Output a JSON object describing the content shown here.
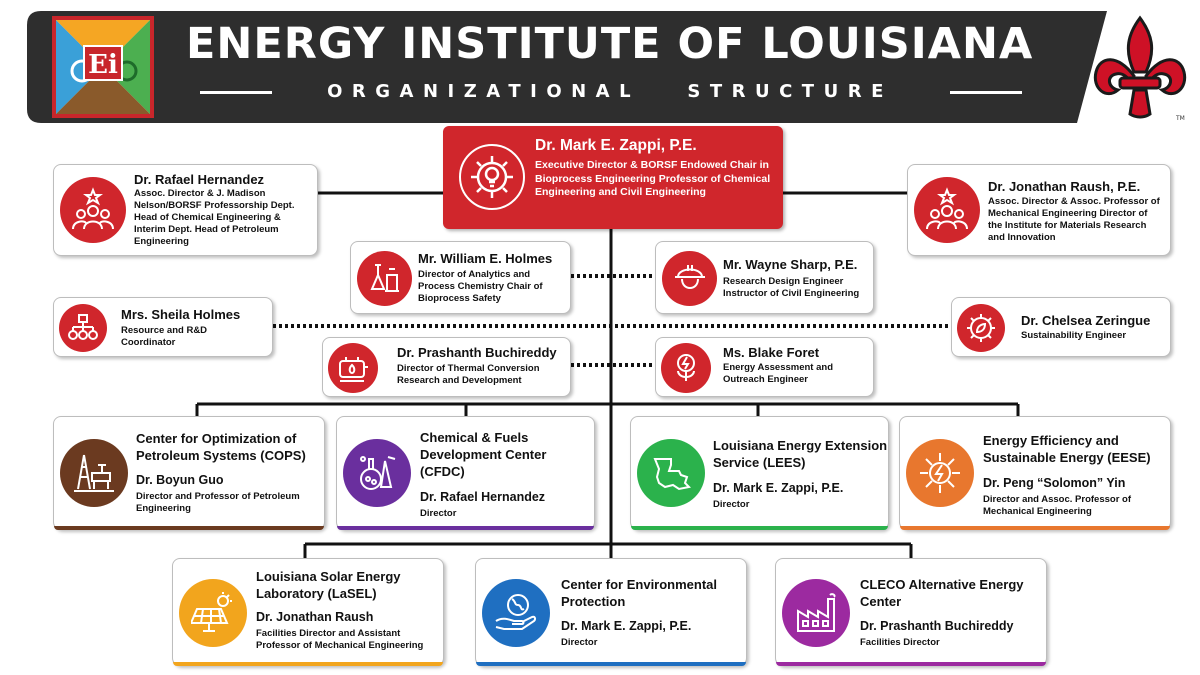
{
  "header": {
    "title": "ENERGY INSTITUTE OF LOUISIANA",
    "subtitle": "ORGANIZATIONAL   STRUCTURE",
    "logo_text": "Ei",
    "colors": {
      "banner": "#2e2e2e",
      "accent_red": "#d0262c",
      "fleur_red": "#ce1126"
    }
  },
  "executive": {
    "name": "Dr. Mark E. Zappi, P.E.",
    "title": "Executive Director & BORSF Endowed Chair in Bioprocess Engineering Professor of Chemical Engineering and Civil Engineering",
    "icon": "gear-lightbulb-icon"
  },
  "staff": [
    {
      "name": "Dr. Rafael Hernandez",
      "title": "Assoc. Director & J. Madison Nelson/BORSF Professorship Dept. Head of Chemical Engineering & Interim Dept. Head of Petroleum Engineering",
      "icon": "team-star-icon"
    },
    {
      "name": "Dr. Jonathan Raush, P.E.",
      "title": "Assoc. Director & Assoc. Professor of Mechanical Engineering Director of the Institute for Materials Research and Innovation",
      "icon": "team-star-icon"
    },
    {
      "name": "Mr. William E. Holmes",
      "title": "Director of Analytics and Process Chemistry Chair of Bioprocess Safety",
      "icon": "lab-flask-icon"
    },
    {
      "name": "Mr. Wayne Sharp, P.E.",
      "title": "Research Design Engineer Instructor of Civil Engineering",
      "icon": "hard-hat-icon"
    },
    {
      "name": "Mrs. Sheila Holmes",
      "title": "Resource and R&D Coordinator",
      "icon": "resource-tree-icon"
    },
    {
      "name": "Dr. Chelsea Zeringue",
      "title": "Sustainability Engineer",
      "icon": "eco-gear-icon"
    },
    {
      "name": "Dr. Prashanth Buchireddy",
      "title": "Director of Thermal Conversion Research and Development",
      "icon": "boiler-flame-icon"
    },
    {
      "name": "Ms. Blake Foret",
      "title": "Energy Assessment and Outreach Engineer",
      "icon": "energy-plant-icon"
    }
  ],
  "centers": [
    {
      "name": "Center for Optimization of Petroleum Systems (COPS)",
      "person": "Dr. Boyun Guo",
      "role": "Director and Professor of Petroleum Engineering",
      "color": "#6b3a20",
      "icon": "oil-rig-icon"
    },
    {
      "name": "Chemical & Fuels Development Center (CFDC)",
      "person": "Dr. Rafael Hernandez",
      "role": "Director",
      "color": "#6a2f9e",
      "icon": "chemistry-flask-icon"
    },
    {
      "name": "Louisiana Energy Extension Service (LEES)",
      "person": "Dr. Mark E. Zappi, P.E.",
      "role": "Director",
      "color": "#2bb24c",
      "icon": "louisiana-map-icon"
    },
    {
      "name": "Energy Efficiency and Sustainable Energy (EESE)",
      "person": "Dr. Peng “Solomon” Yin",
      "role": "Director and Assoc. Professor of Mechanical Engineering",
      "color": "#e8772e",
      "icon": "energy-circuit-icon"
    },
    {
      "name": "Louisiana Solar Energy Laboratory (LaSEL)",
      "person": "Dr. Jonathan Raush",
      "role": "Facilities Director and Assistant Professor of Mechanical Engineering",
      "color": "#f2a51d",
      "icon": "solar-panel-icon"
    },
    {
      "name": "Center for Environmental Protection",
      "person": "Dr. Mark E. Zappi, P.E.",
      "role": "Director",
      "color": "#1f6fc1",
      "icon": "earth-hand-icon"
    },
    {
      "name": "CLECO Alternative Energy Center",
      "person": "Dr. Prashanth Buchireddy",
      "role": "Facilities Director",
      "color": "#9c2aa0",
      "icon": "factory-icon"
    }
  ]
}
